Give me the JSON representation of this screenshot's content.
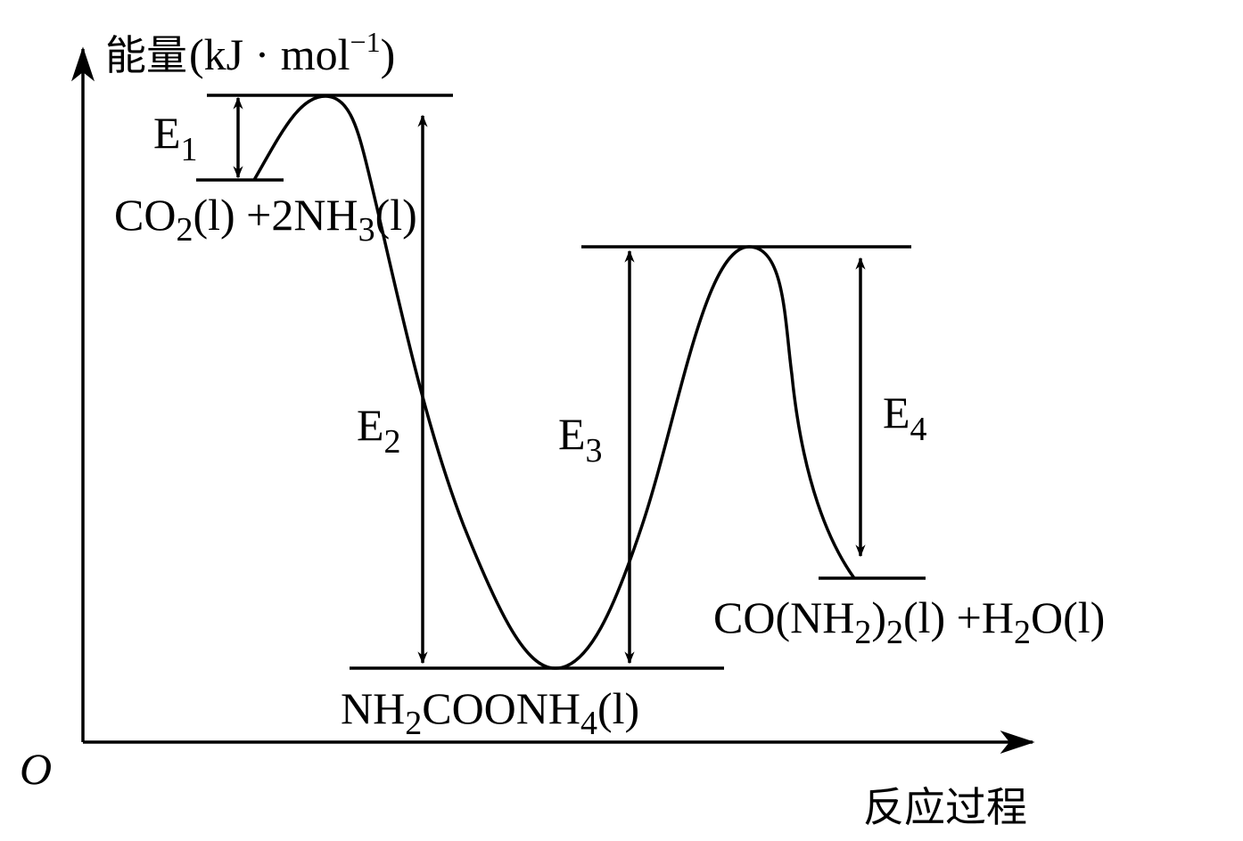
{
  "axes": {
    "y_label_cjk": "能量",
    "y_label_unit_open": "(kJ · mol",
    "y_label_unit_sup": "−1",
    "y_label_unit_close": ")",
    "x_label": "反应过程",
    "origin": "O"
  },
  "species": {
    "reactants": {
      "a_base": "CO",
      "a_sub": "2",
      "a_rest": "(l) +2NH",
      "b_sub": "3",
      "b_rest": "(l)"
    },
    "intermediate": {
      "a_base": "NH",
      "a_sub": "2",
      "a_rest": "COONH",
      "b_sub": "4",
      "b_rest": "(l)"
    },
    "products": {
      "a_base": "CO(NH",
      "a_sub": "2",
      "a_mid": ")",
      "b_sub": "2",
      "a_rest": "(l) +H",
      "c_sub": "2",
      "c_rest": "O(l)"
    }
  },
  "energies": {
    "e1": {
      "base": "E",
      "sub": "1"
    },
    "e2": {
      "base": "E",
      "sub": "2"
    },
    "e3": {
      "base": "E",
      "sub": "3"
    },
    "e4": {
      "base": "E",
      "sub": "4"
    }
  },
  "colors": {
    "ink": "#000000",
    "background": "#ffffff"
  }
}
